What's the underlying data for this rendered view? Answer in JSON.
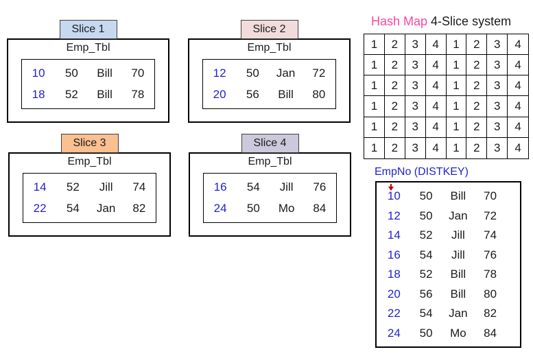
{
  "slices": [
    {
      "label": "Slice 1",
      "tab_color": "#c6d9f1",
      "table_title": "Emp_Tbl",
      "rows": [
        [
          "10",
          "50",
          "Bill",
          "70"
        ],
        [
          "18",
          "52",
          "Bill",
          "78"
        ]
      ]
    },
    {
      "label": "Slice 2",
      "tab_color": "#f2dcdb",
      "table_title": "Emp_Tbl",
      "rows": [
        [
          "12",
          "50",
          "Jan",
          "72"
        ],
        [
          "20",
          "56",
          "Bill",
          "80"
        ]
      ]
    },
    {
      "label": "Slice 3",
      "tab_color": "#fac090",
      "table_title": "Emp_Tbl",
      "rows": [
        [
          "14",
          "52",
          "Jill",
          "74"
        ],
        [
          "22",
          "54",
          "Jan",
          "82"
        ]
      ]
    },
    {
      "label": "Slice 4",
      "tab_color": "#ccc9dc",
      "table_title": "Emp_Tbl",
      "rows": [
        [
          "16",
          "54",
          "Jill",
          "76"
        ],
        [
          "24",
          "50",
          "Mo",
          "84"
        ]
      ]
    }
  ],
  "hash_map": {
    "title_highlight": "Hash Map",
    "title_rest": " 4-Slice system",
    "rows": 6,
    "columns": 8,
    "cell_values": [
      "1",
      "2",
      "3",
      "4",
      "1",
      "2",
      "3",
      "4"
    ]
  },
  "distkey": {
    "title": "EmpNo (DISTKEY)",
    "rows": [
      [
        "10",
        "50",
        "Bill",
        "70"
      ],
      [
        "12",
        "50",
        "Jan",
        "72"
      ],
      [
        "14",
        "52",
        "Jill",
        "74"
      ],
      [
        "16",
        "54",
        "Jill",
        "76"
      ],
      [
        "18",
        "52",
        "Bill",
        "78"
      ],
      [
        "20",
        "56",
        "Bill",
        "80"
      ],
      [
        "22",
        "54",
        "Jan",
        "82"
      ],
      [
        "24",
        "50",
        "Mo",
        "84"
      ]
    ]
  },
  "colors": {
    "empno_blue": "#2222cc",
    "hashmap_pink": "#fa46a0",
    "arrow_red": "#c00000",
    "slice1_tab": "#c6d9f1",
    "slice2_tab": "#f2dcdb",
    "slice3_tab": "#fac090",
    "slice4_tab": "#ccc9dc"
  }
}
